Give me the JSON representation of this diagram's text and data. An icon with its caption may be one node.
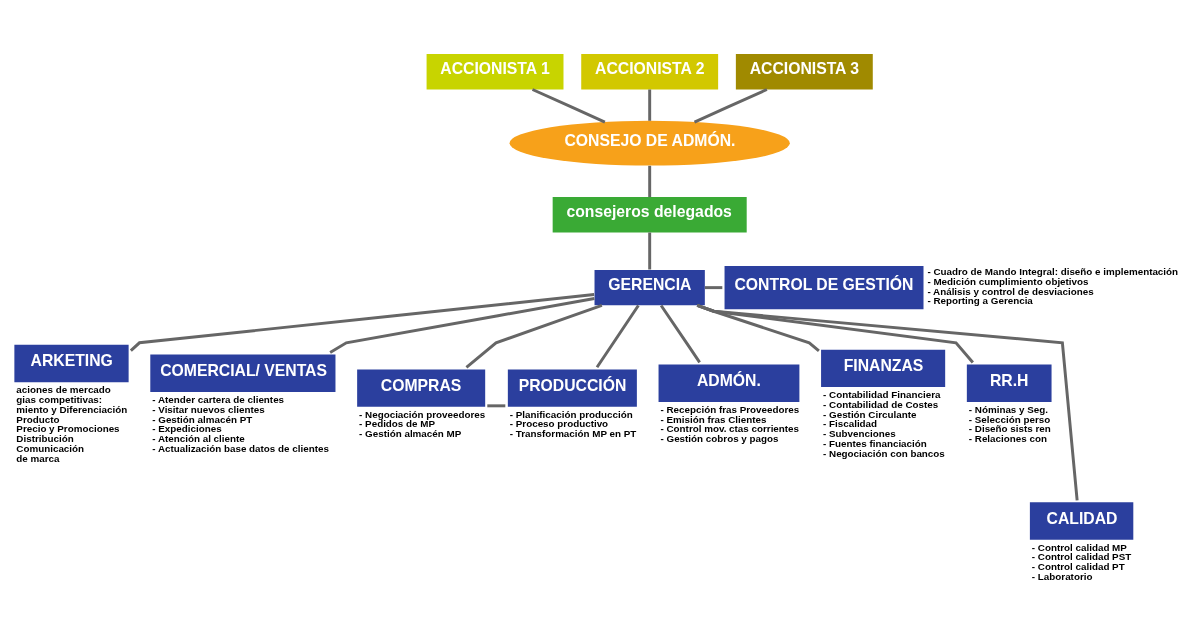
{
  "diagram": {
    "nodes": [
      {
        "text": [
          "ACCIONISTA 1"
        ]
      },
      {
        "text": [
          "ACCIONISTA 2"
        ]
      },
      {
        "text": [
          "ACCIONISTA 3"
        ]
      },
      {
        "text": [
          "CONSEJO DE ADMÓN."
        ]
      },
      {
        "text": [
          "consejeros delegados"
        ]
      },
      {
        "text": [
          "GERENCIA"
        ]
      },
      {
        "text": [
          "CONTROL DE GESTIÓN"
        ],
        "beside": [
          "- Cuadro de Mando Integral: diseño e implementación",
          "- Medición cumplimiento objetivos",
          "- Análisis y control de desviaciones",
          "- Reporting a Gerencia"
        ]
      },
      {
        "text": [
          "ARKETING"
        ],
        "beside": [
          "aciones de mercado",
          "gias competitivas:",
          "miento y Diferenciación",
          "Producto",
          "Precio y Promociones",
          "Distribución",
          "Comunicación",
          "de marca"
        ]
      },
      {
        "text": [
          "COMERCIAL/ VENTAS"
        ],
        "beside": [
          "- Atender cartera de clientes",
          "- Visitar nuevos clientes",
          "- Gestión almacén PT",
          "- Expediciones",
          "- Atención al cliente",
          "- Actualización base datos de clientes"
        ]
      },
      {
        "text": [
          "COMPRAS"
        ],
        "beside": [
          "- Negociación proveedores",
          "- Pedidos de MP",
          "- Gestión almacén MP"
        ]
      },
      {
        "text": [
          "PRODUCCIÓN"
        ],
        "beside": [
          "- Planificación producción",
          "- Proceso productivo",
          "- Transformación MP en PT"
        ]
      },
      {
        "text": [
          "ADMÓN."
        ],
        "beside": [
          "- Recepción fras Proveedores",
          "- Emisión fras Clientes",
          "- Control mov. ctas corrientes",
          "- Gestión cobros y pagos"
        ]
      },
      {
        "text": [
          "FINANZAS"
        ],
        "beside": [
          "- Contabilidad Financiera",
          "- Contabilidad de Costes",
          "- Gestión Circulante",
          "- Fiscalidad",
          "- Subvenciones",
          "- Fuentes financiación",
          "- Negociación con bancos"
        ]
      },
      {
        "text": [
          "RR.H"
        ],
        "beside": [
          "- Nóminas y Seg.",
          "- Selección perso",
          "- Diseño sists ren",
          "- Relaciones con"
        ]
      },
      {
        "text": [
          "CALIDAD"
        ],
        "beside": [
          "- Control calidad MP",
          "- Control calidad PST",
          "- Control calidad PT",
          "- Laboratorio"
        ]
      }
    ],
    "edges": [
      {
        "from": 0,
        "to": 3,
        "arrow": "none"
      },
      {
        "from": 1,
        "to": 3,
        "arrow": "none"
      },
      {
        "from": 2,
        "to": 3,
        "arrow": "none"
      },
      {
        "from": 3,
        "to": 4,
        "arrow": "none"
      },
      {
        "from": 4,
        "to": 5,
        "arrow": "none"
      },
      {
        "from": 5,
        "to": 6,
        "arrow": "none"
      },
      {
        "from": 5,
        "to": 7,
        "arrow": "none"
      },
      {
        "from": 5,
        "to": 8,
        "arrow": "none"
      },
      {
        "from": 5,
        "to": 9,
        "arrow": "none"
      },
      {
        "from": 5,
        "to": 10,
        "arrow": "none"
      },
      {
        "from": 5,
        "to": 11,
        "arrow": "none"
      },
      {
        "from": 5,
        "to": 12,
        "arrow": "none"
      },
      {
        "from": 5,
        "to": 13,
        "arrow": "none"
      },
      {
        "from": 5,
        "to": 14,
        "arrow": "none"
      },
      {
        "from": 9,
        "to": 10,
        "arrow": "none"
      }
    ]
  }
}
